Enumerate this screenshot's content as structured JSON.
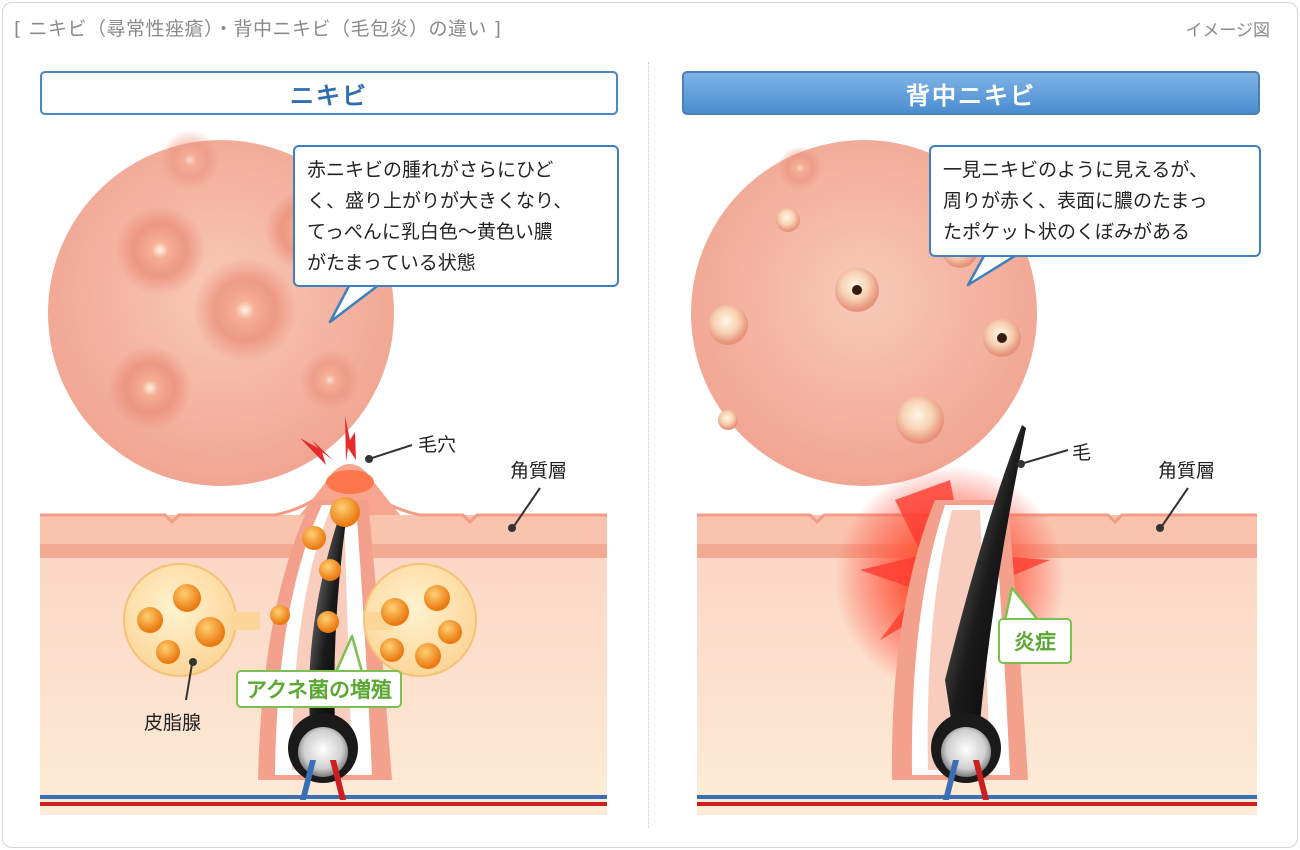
{
  "header": {
    "title": "[ ニキビ（尋常性痤瘡）・背中ニキビ（毛包炎）の違い ]",
    "note": "イメージ図"
  },
  "left": {
    "title": "ニキビ",
    "callout_lines": [
      "赤ニキビの腫れがさらにひど",
      "く、盛り上がりが大きくなり、",
      "てっぺんに乳白色～黄色い膿",
      "がたまっている状態"
    ],
    "labels": {
      "pore": "毛穴",
      "stratum": "角質層",
      "sebaceous": "皮脂腺",
      "bacteria": "アクネ菌の増殖"
    }
  },
  "right": {
    "title": "背中ニキビ",
    "callout_lines": [
      "一見ニキビのように見えるが、",
      "周りが赤く、表面に膿のたまっ",
      "たポケット状のくぼみがある"
    ],
    "labels": {
      "hair": "毛",
      "stratum": "角質層",
      "inflammation": "炎症"
    }
  },
  "colors": {
    "accent_blue": "#3f7fbf",
    "label_green": "#7cc050",
    "skin": "#f7c8b4",
    "bacteria": "#f29a1e"
  }
}
